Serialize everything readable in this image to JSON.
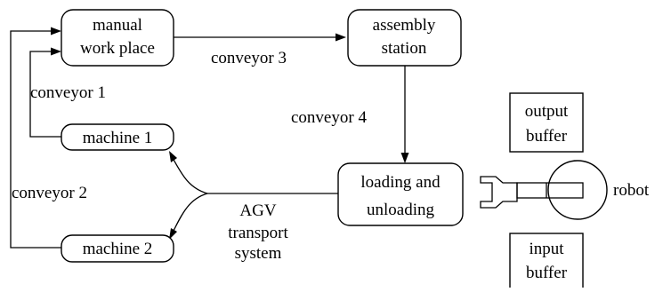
{
  "nodes": {
    "manual_work_place": {
      "line1": "manual",
      "line2": "work place"
    },
    "assembly_station": {
      "line1": "assembly",
      "line2": "station"
    },
    "machine_1": {
      "label": "machine 1"
    },
    "machine_2": {
      "label": "machine 2"
    },
    "loading_unloading": {
      "line1": "loading and",
      "line2": "unloading"
    },
    "output_buffer": {
      "line1": "output",
      "line2": "buffer"
    },
    "input_buffer": {
      "line1": "input",
      "line2": "buffer"
    },
    "robot": {
      "label": "robot"
    }
  },
  "edges": {
    "conveyor_1": "conveyor 1",
    "conveyor_2": "conveyor 2",
    "conveyor_3": "conveyor 3",
    "conveyor_4": "conveyor 4",
    "agv": {
      "line1": "AGV",
      "line2": "transport",
      "line3": "system"
    }
  }
}
